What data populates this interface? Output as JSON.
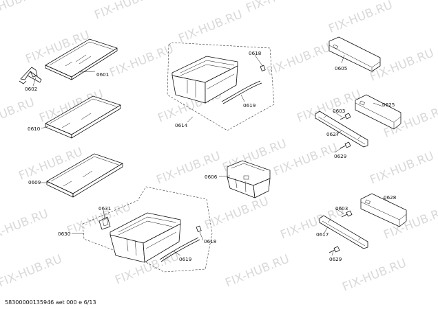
{
  "watermark": "FIX-HUB.RU",
  "footer": "58300000135946 aet 000 e 6/13",
  "parts": {
    "p0601": "0601",
    "p0602": "0602",
    "p0610": "0610",
    "p0609": "0609",
    "p0618a": "0618",
    "p0619a": "0619",
    "p0614": "0614",
    "p0606": "0606",
    "p0631": "0631",
    "p0630": "0630",
    "p0618b": "0618",
    "p0619b": "0619",
    "p0605": "0605",
    "p0625": "0625",
    "p0603a": "0603",
    "p0627": "0627",
    "p0629a": "0629",
    "p0628": "0628",
    "p0603b": "0603",
    "p0617": "0617",
    "p0629b": "0629"
  }
}
